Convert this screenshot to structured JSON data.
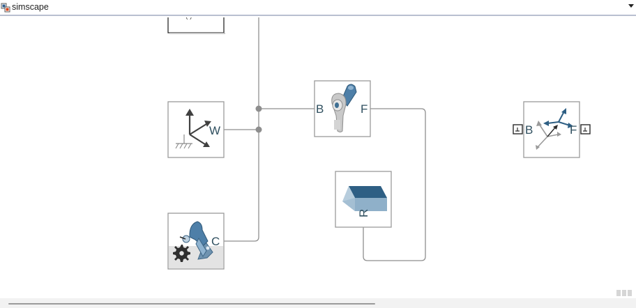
{
  "window": {
    "title": "simscape",
    "icon": "simulink-model-icon",
    "menu_icon": "chevron-down-icon"
  },
  "blocks": {
    "world_frame": {
      "icon": "world-frame-icon",
      "port_w": "W"
    },
    "rev_joint": {
      "icon": "revolute-joint-icon",
      "port_b": "B",
      "port_f": "F"
    },
    "brick_solid": {
      "icon": "brick-solid-icon",
      "port_r": "R"
    },
    "mech_config": {
      "icon": "mechanism-configuration-icon",
      "port_c": "C"
    },
    "transform_sensor": {
      "icon": "transform-sensor-icon",
      "port_b": "B",
      "port_f": "F"
    }
  },
  "colors": {
    "block_border": "#9a9a9a",
    "line": "#8e8e8e",
    "port_text": "#2f4f5f",
    "accent_blue": "#3f6f93"
  }
}
